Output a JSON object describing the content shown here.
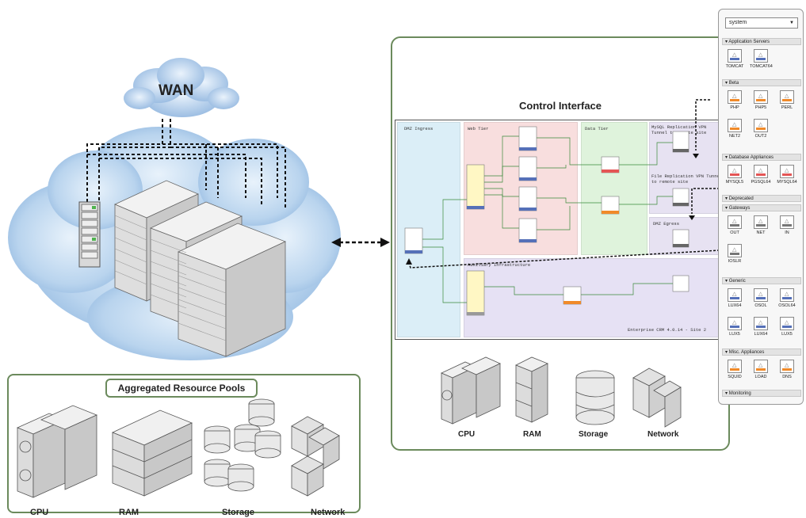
{
  "wan": {
    "label": "WAN"
  },
  "pools": {
    "title": "Aggregated Resource Pools",
    "labels": {
      "cpu": "CPU",
      "ram": "RAM",
      "storage": "Storage",
      "network": "Network"
    }
  },
  "control_interface": {
    "title": "Control Interface",
    "zones": {
      "dmz_ingress": "DMZ Ingress",
      "web_tier": "Web Tier",
      "data_tier": "Data Tier",
      "mysql_replication": "MySQL Replication VPN Tunnel to remote site",
      "file_replication": "File Replication VPN Tunnel to remote site",
      "dmz_egress": "DMZ Egress",
      "auxiliary": "Auxiliary Infrastructure",
      "footer": "Enterprise CRM 4.0.14 - Site 2"
    },
    "resources": {
      "cpu": "CPU",
      "ram": "RAM",
      "storage": "Storage",
      "network": "Network"
    }
  },
  "palette": {
    "selected": "system",
    "sections": [
      {
        "title": "Application Servers",
        "items": [
          "TOMCAT",
          "TOMCAT64"
        ]
      },
      {
        "title": "Beta",
        "items": [
          "PHP",
          "PHP5",
          "PERL",
          "NET2",
          "OUT2"
        ]
      },
      {
        "title": "Database Appliances",
        "items": [
          "MYSQL5",
          "PGSQL64",
          "MYSQL64"
        ]
      },
      {
        "title": "Deprecated",
        "items": []
      },
      {
        "title": "Gateways",
        "items": [
          "OUT",
          "NET",
          "IN",
          "IOSLR"
        ]
      },
      {
        "title": "Generic",
        "items": [
          "LUX64",
          "OSOL",
          "OSOL64",
          "LUX5",
          "LUX64",
          "LUX5"
        ]
      },
      {
        "title": "Misc. Appliances",
        "items": [
          "SQUID",
          "LOAD",
          "DNS"
        ]
      },
      {
        "title": "Monitoring",
        "items": []
      }
    ]
  },
  "colors": {
    "panel_border": "#6b8a5c",
    "cloud": "#9fc3e6",
    "dmz": "#dbeef7",
    "web": "#f8dede",
    "data": "#dff3dc",
    "mysql": "#e7e2f2",
    "aux": "#e6e1f4"
  }
}
